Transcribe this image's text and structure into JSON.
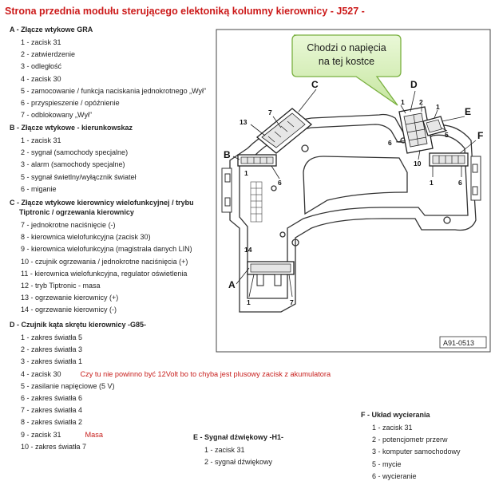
{
  "title": "Strona przednia modułu sterującego elektoniką kolumny kierownicy - J527 -",
  "sections": {
    "A": {
      "heading": "A - Złącze wtykowe GRA",
      "items": [
        "1 - zacisk 31",
        "2 - zatwierdzenie",
        "3 - odległość",
        "4 - zacisk 30",
        "5 - zamocowanie / funkcja naciskania jednokrotnego „Wył”",
        "6 - przyspieszenie / opóźnienie",
        "7 - odblokowany „Wył”"
      ]
    },
    "B": {
      "heading": "B - Złącze wtykowe - kierunkowskaz",
      "items": [
        "1 - zacisk 31",
        "2 - sygnał (samochody specjalne)",
        "3 - alarm (samochody specjalne)",
        "5 - sygnał świetlny/wyłącznik świateł",
        "6 - miganie"
      ]
    },
    "C": {
      "heading_line1": "C - Złącze wtykowe kierownicy wielofunkcyjnej / trybu",
      "heading_line2": "Tiptronic / ogrzewania kierownicy",
      "items": [
        "7 - jednokrotne naciśnięcie (-)",
        "8 - kierownica wielofunkcyjna (zacisk 30)",
        "9 - kierownica wielofunkcyjna (magistrala danych LIN)",
        "10 - czujnik ogrzewania / jednokrotne naciśnięcia (+)",
        "11 - kierownica wielofunkcyjna, regulator oświetlenia",
        "12 - tryb Tiptronic - masa",
        "13 - ogrzewanie kierownicy (+)",
        "14 - ogrzewanie kierownicy (-)"
      ]
    },
    "D": {
      "heading": "D - Czujnik kąta skrętu kierownicy -G85-",
      "items": [
        "1 - zakres światła 5",
        "2 - zakres światła 3",
        "3 - zakres światła 1",
        "4 - zacisk 30",
        "5 - zasilanie napięciowe (5 V)",
        "6 - zakres światła 6",
        "7 - zakres światła 4",
        "8 - zakres światła 2",
        "9 - zacisk 31",
        "10 - zakres światła 7"
      ],
      "note_4": "Czy tu nie powinno być 12Volt bo to chyba jest plusowy zacisk z akumulatora",
      "note_9": "Masa"
    },
    "E": {
      "heading": "E - Sygnał dźwiękowy -H1-",
      "items": [
        "1 - zacisk 31",
        "2 - sygnał dźwiękowy"
      ]
    },
    "F": {
      "heading": "F - Układ wycierania",
      "items": [
        "1 - zacisk 31",
        "2 - potencjometr przerw",
        "3 - komputer samochodowy",
        "5 - mycie",
        "6 - wycieranie"
      ]
    }
  },
  "diagram": {
    "callout_line1": "Chodzi o napięcia",
    "callout_line2": "na tej kostce",
    "ref": "A91-0513",
    "labels": {
      "A": "A",
      "B": "B",
      "C": "C",
      "D": "D",
      "E": "E",
      "F": "F"
    },
    "pins": {
      "p1": "1",
      "p2": "2",
      "p5": "5",
      "p6": "6",
      "p7": "7",
      "p10": "10",
      "p13": "13",
      "p14": "14"
    }
  },
  "colors": {
    "title": "#cc1a1a",
    "note": "#c8201e",
    "callout_fill": "#d6f0b8",
    "callout_border": "#7ab040"
  }
}
